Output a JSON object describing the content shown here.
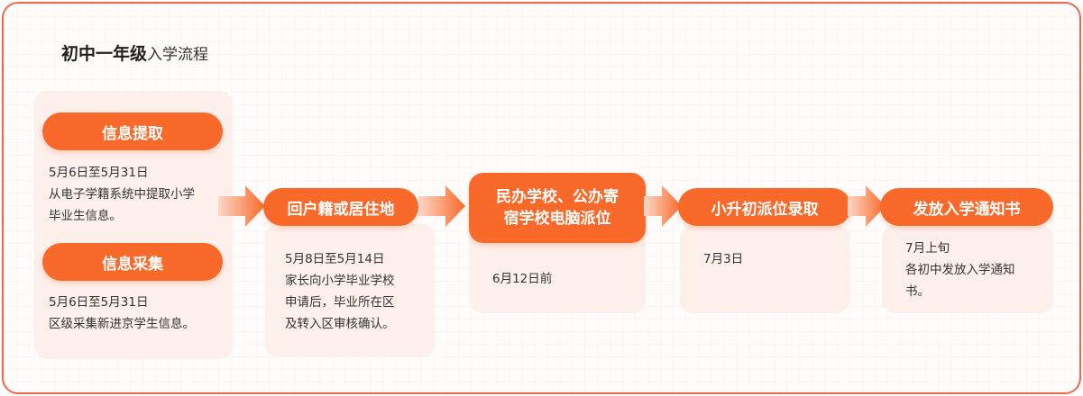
{
  "title": {
    "bold": "初中一年级",
    "light": "入学流程"
  },
  "stage1": {
    "step_a": {
      "label": "信息提取",
      "date": "5月6日至5月31日",
      "desc": "从电子学籍系统中提取小学\n毕业生信息。"
    },
    "step_b": {
      "label": "信息采集",
      "date": "5月6日至5月31日",
      "desc": "区级采集新进京学生信息。"
    }
  },
  "stage2": {
    "label": "回户籍或居住地",
    "date": "5月8日至5月14日",
    "desc": "家长向小学毕业学校\n申请后，毕业所在区\n及转入区审核确认。"
  },
  "stage3": {
    "label": "民办学校、公办寄\n宿学校电脑派位",
    "date": "6月12日前"
  },
  "stage4": {
    "label": "小升初派位录取",
    "date": "7月3日"
  },
  "stage5": {
    "label": "发放入学通知书",
    "date": "7月上旬",
    "desc": "各初中发放入学通知\n书。"
  },
  "colors": {
    "accent": "#f96a2a",
    "border": "#f0684a",
    "card": "#fdf0ec"
  }
}
